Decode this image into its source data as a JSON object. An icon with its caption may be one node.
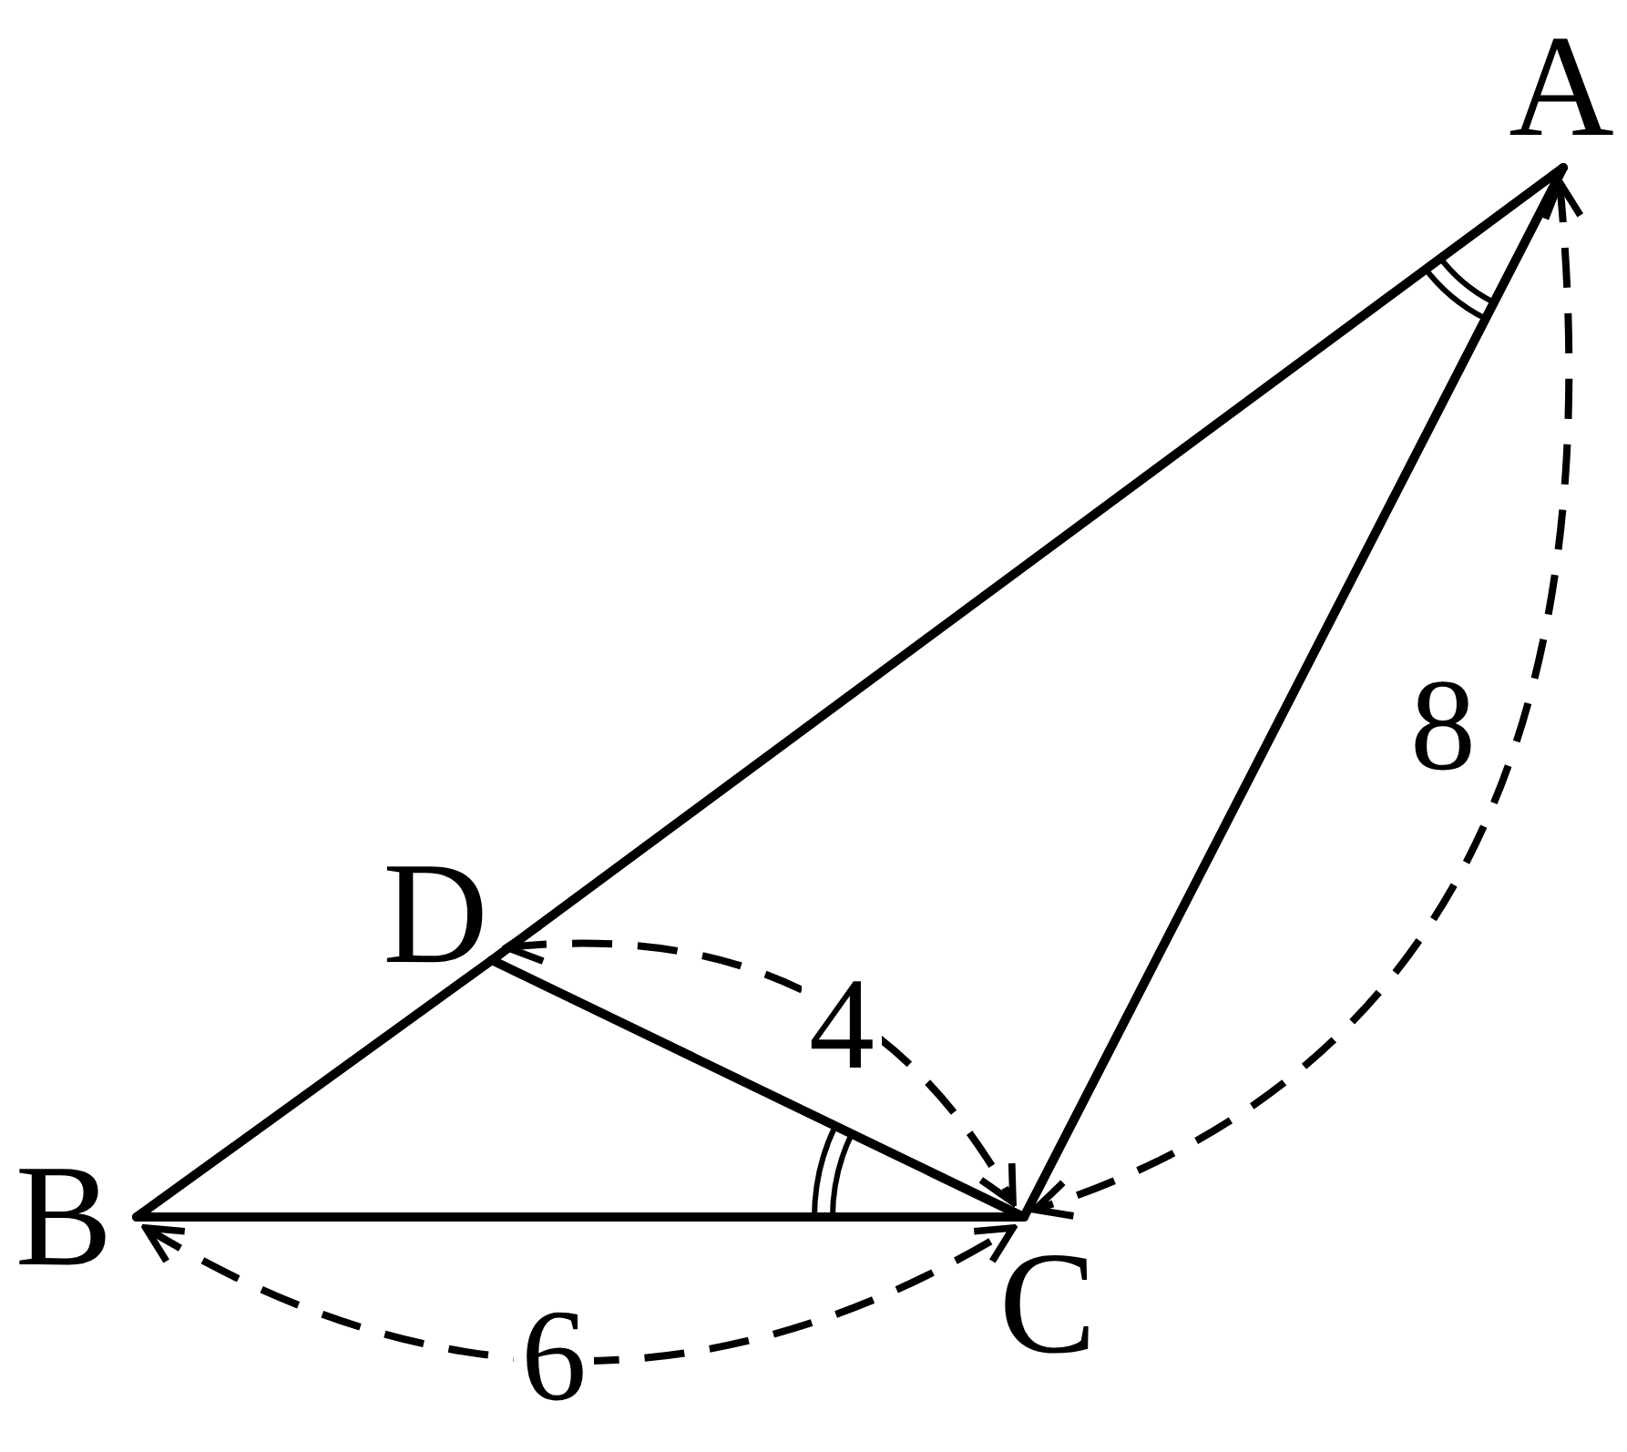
{
  "diagram": {
    "nodes": [
      {
        "text": [
          "A"
        ]
      },
      {
        "text": [
          "D"
        ]
      },
      {
        "text": [
          "B"
        ]
      },
      {
        "text": [
          "C"
        ]
      }
    ],
    "edges": [
      {
        "from": 0,
        "to": 1,
        "arrow": "none"
      },
      {
        "from": 1,
        "to": 2,
        "arrow": "none"
      },
      {
        "from": 2,
        "to": 3,
        "arrow": "none"
      },
      {
        "from": 3,
        "to": 0,
        "arrow": "none"
      },
      {
        "from": 1,
        "to": 3,
        "arrow": "none"
      }
    ],
    "labels": [
      "8",
      "4",
      "6"
    ]
  }
}
